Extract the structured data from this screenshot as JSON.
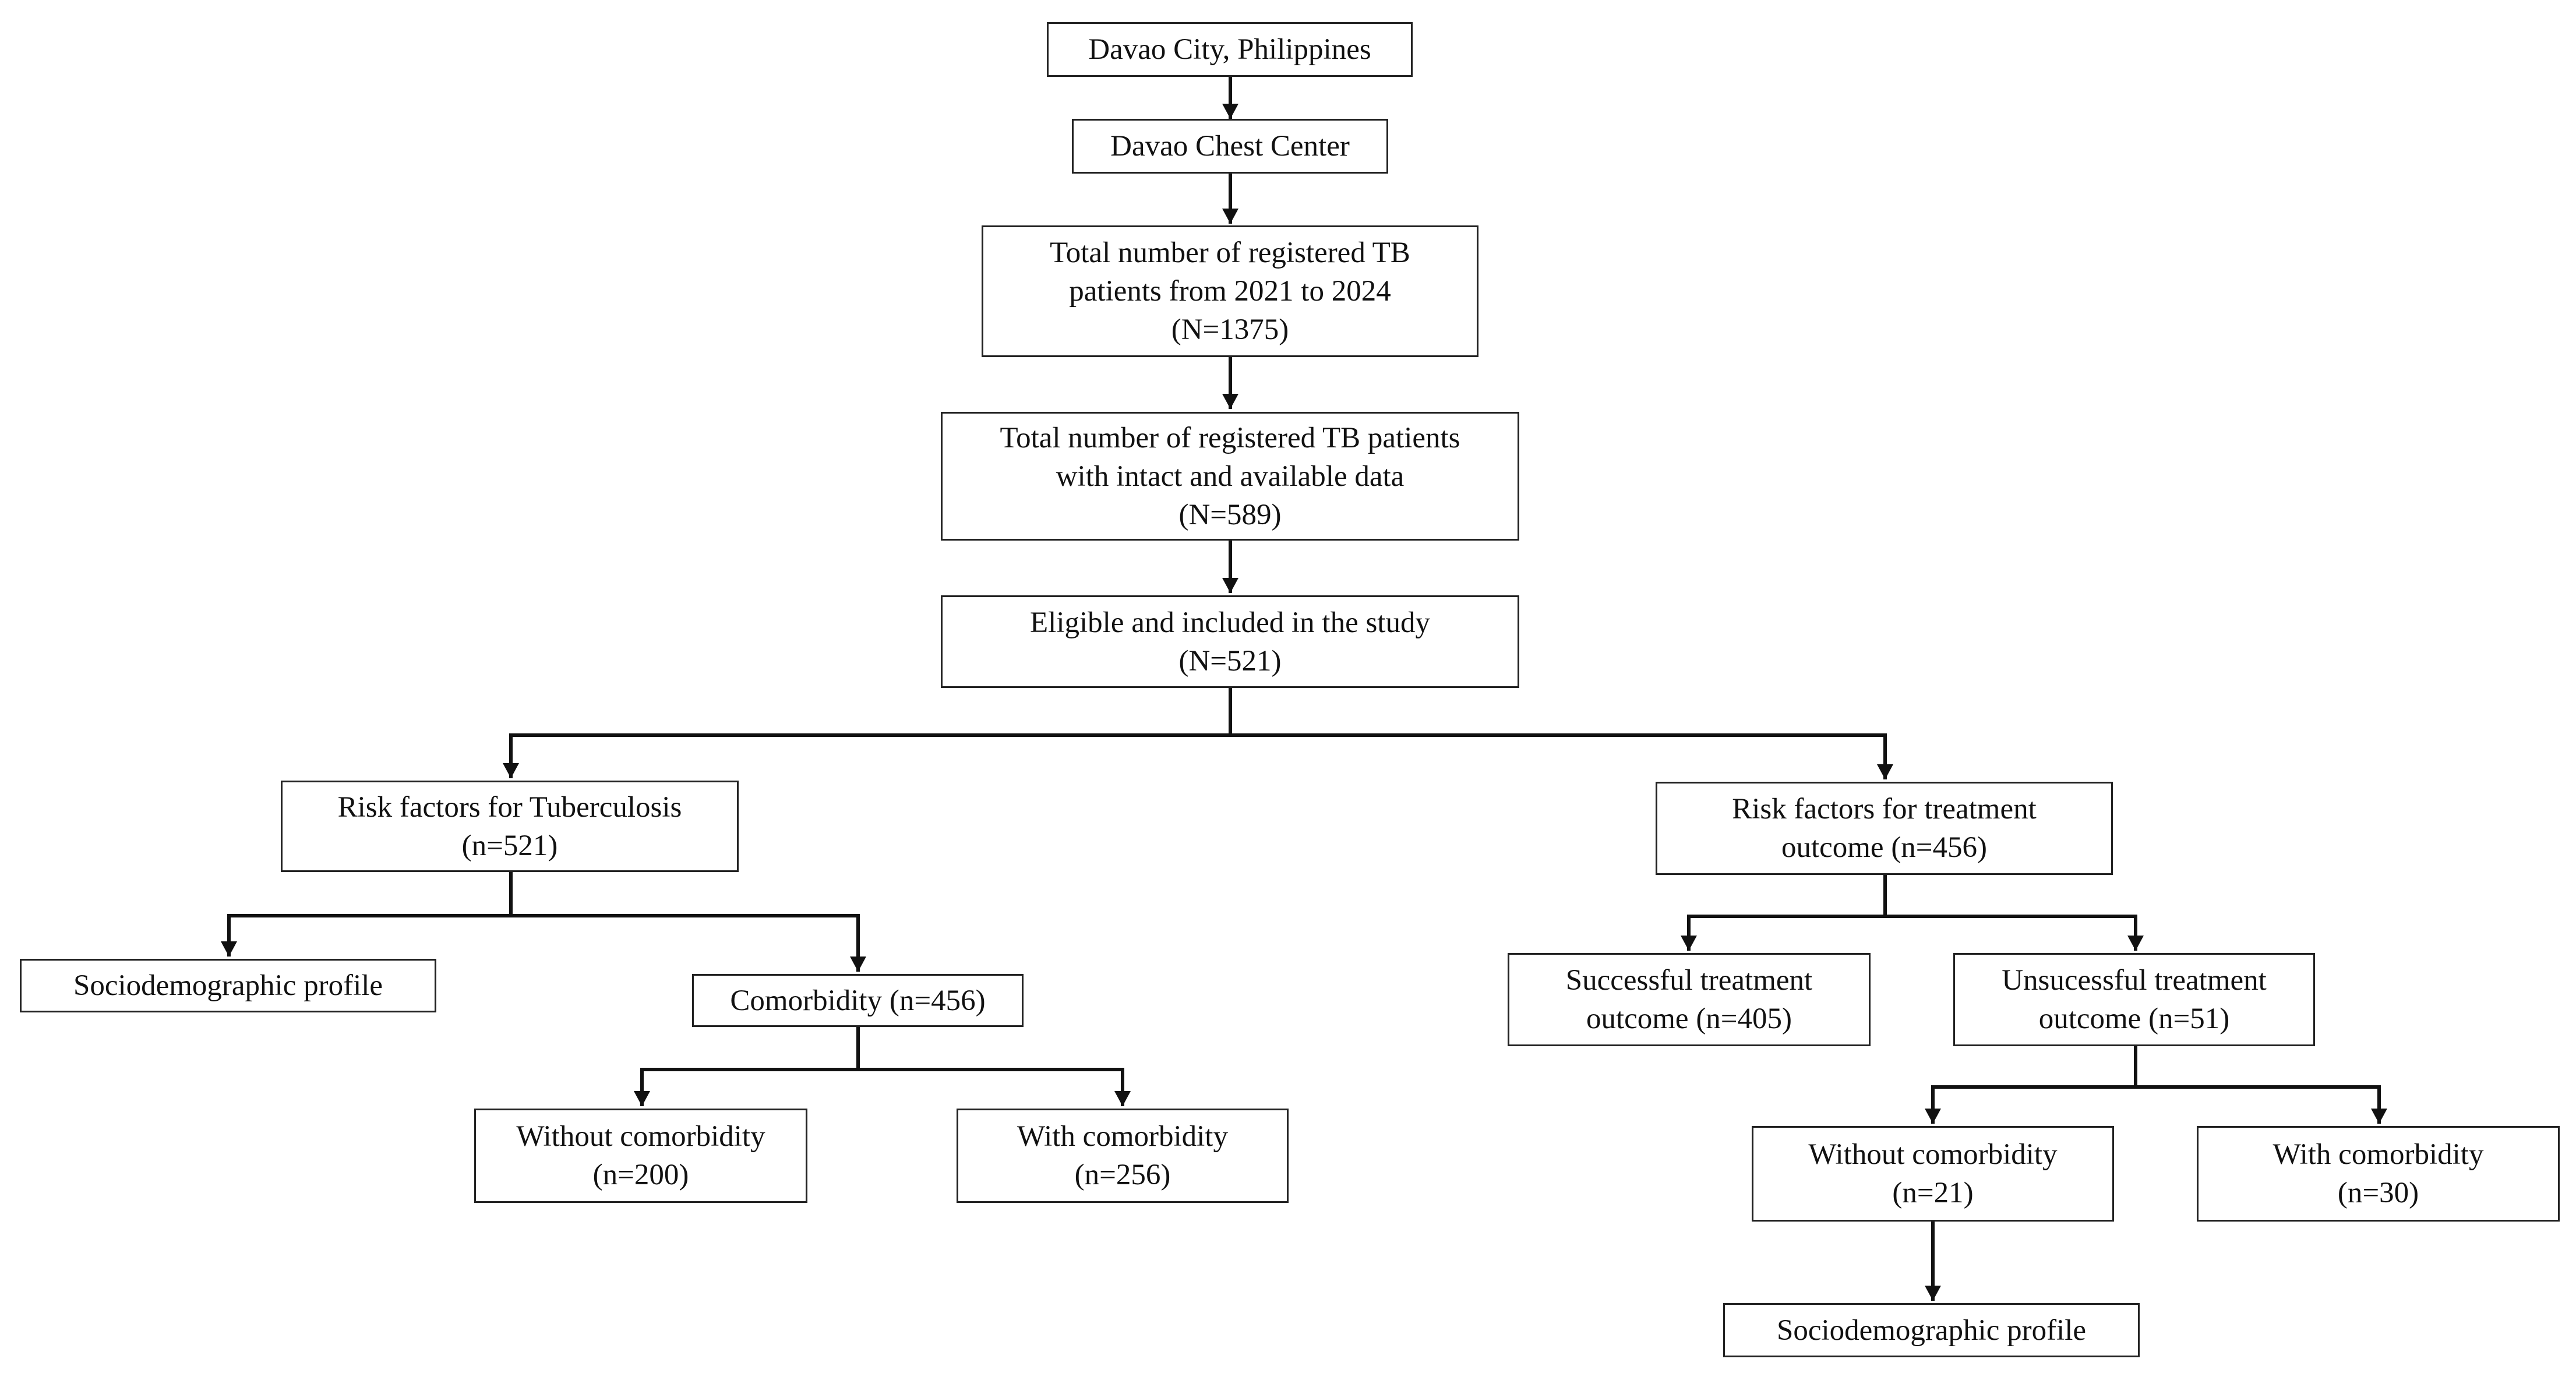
{
  "flowchart": {
    "location": {
      "lines": [
        "Davao City, Philippines"
      ]
    },
    "center": {
      "lines": [
        "Davao Chest Center"
      ]
    },
    "total_registered": {
      "lines": [
        "Total number of registered TB",
        "patients from 2021 to 2024",
        "(N=1375)"
      ]
    },
    "intact_data": {
      "lines": [
        "Total number of registered TB patients",
        "with intact and available data",
        "(N=589)"
      ]
    },
    "eligible": {
      "lines": [
        "Eligible and included in the study",
        "(N=521)"
      ]
    },
    "risk_tb": {
      "lines": [
        "Risk factors for Tuberculosis",
        "(n=521)"
      ]
    },
    "risk_outcome": {
      "lines": [
        "Risk factors for treatment",
        "outcome (n=456)"
      ]
    },
    "socio_left": {
      "lines": [
        "Sociodemographic profile"
      ]
    },
    "comorbidity": {
      "lines": [
        "Comorbidity (n=456)"
      ]
    },
    "successful": {
      "lines": [
        "Successful treatment",
        "outcome (n=405)"
      ]
    },
    "unsuccessful": {
      "lines": [
        "Unsucessful treatment",
        "outcome (n=51)"
      ]
    },
    "without_comorb_left": {
      "lines": [
        "Without comorbidity",
        "(n=200)"
      ]
    },
    "with_comorb_left": {
      "lines": [
        "With comorbidity",
        "(n=256)"
      ]
    },
    "without_comorb_right": {
      "lines": [
        "Without comorbidity",
        "(n=21)"
      ]
    },
    "with_comorb_right": {
      "lines": [
        "With comorbidity",
        "(n=30)"
      ]
    },
    "socio_right": {
      "lines": [
        "Sociodemographic profile"
      ]
    }
  }
}
